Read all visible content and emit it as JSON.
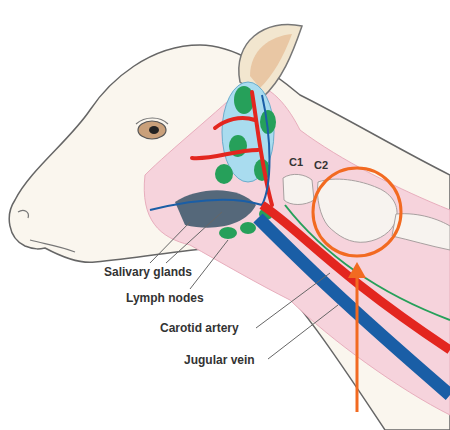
{
  "diagram": {
    "labels": [
      "C1",
      "C2",
      "Salivary glands",
      "Lymph nodes",
      "Carotid artery",
      "Jugular vein"
    ]
  }
}
